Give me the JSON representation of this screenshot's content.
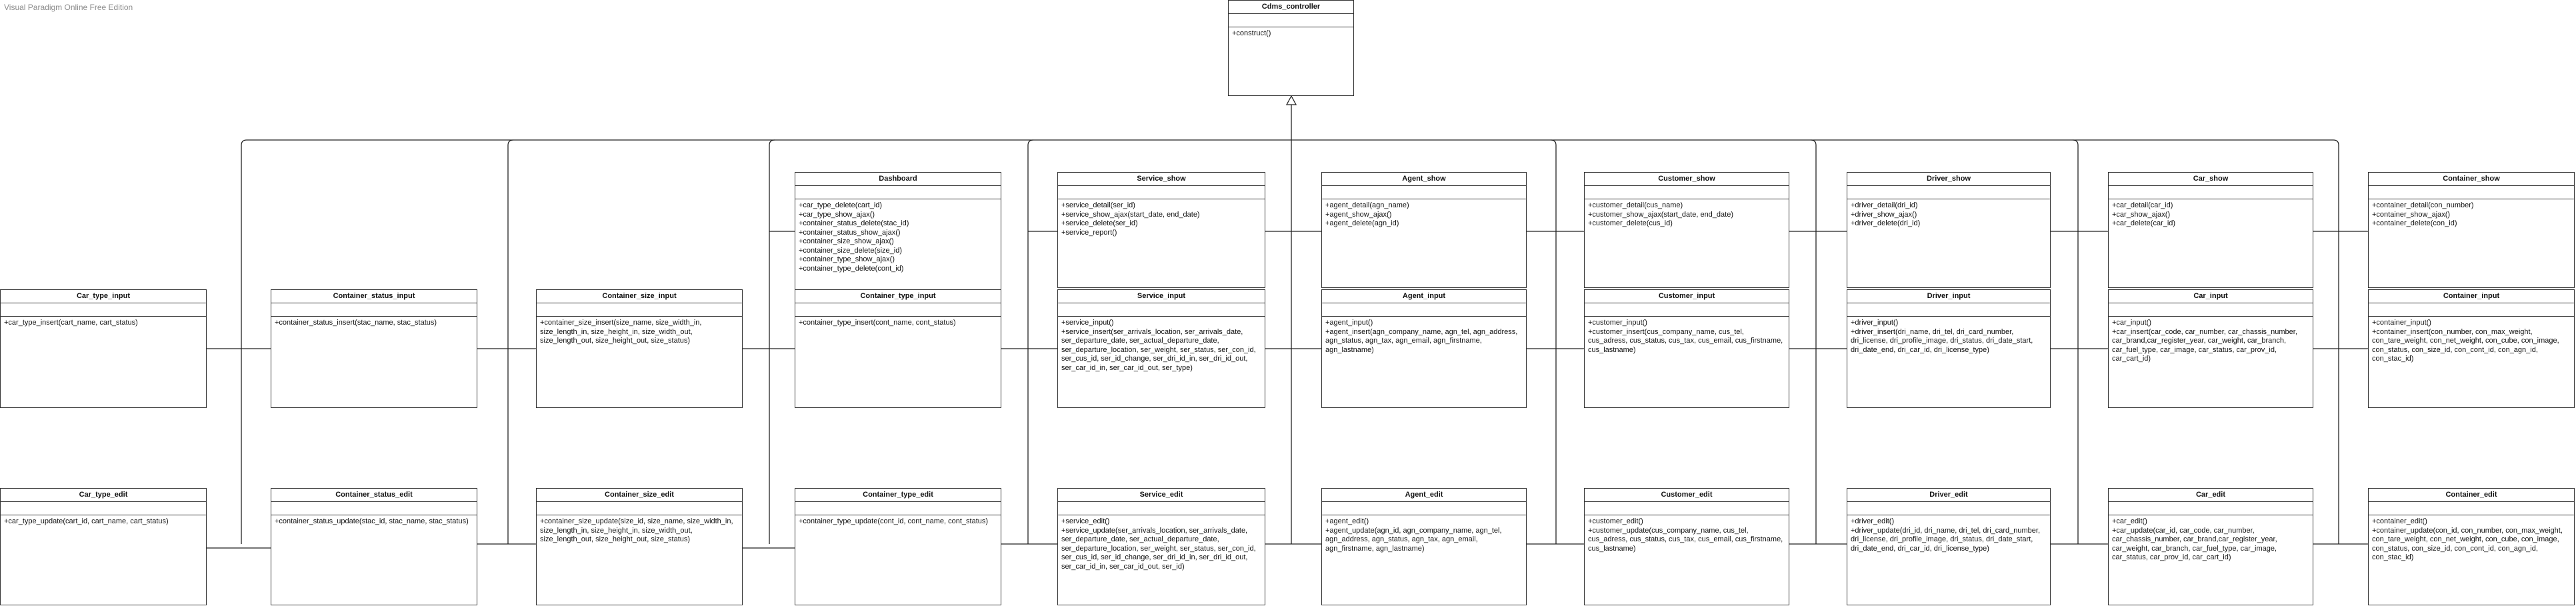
{
  "watermark": "Visual Paradigm Online Free Edition",
  "classes": {
    "cdms_controller": {
      "name": "Cdms_controller",
      "ops": "+construct()"
    },
    "dashboard": {
      "name": "Dashboard",
      "ops": "+car_type_delete(cart_id)\n+car_type_show_ajax()\n+container_status_delete(stac_id)\n+container_status_show_ajax()\n+container_size_show_ajax()\n+container_size_delete(size_id)\n+container_type_show_ajax()\n+container_type_delete(cont_id)"
    },
    "service_show": {
      "name": "Service_show",
      "ops": "+service_detail(ser_id)\n+service_show_ajax(start_date, end_date)\n+service_delete(ser_id)\n+service_report()"
    },
    "agent_show": {
      "name": "Agent_show",
      "ops": "+agent_detail(agn_name)\n+agent_show_ajax()\n+agent_delete(agn_id)"
    },
    "customer_show": {
      "name": "Customer_show",
      "ops": "+customer_detail(cus_name)\n+customer_show_ajax(start_date, end_date)\n+customer_delete(cus_id)"
    },
    "driver_show": {
      "name": "Driver_show",
      "ops": "+driver_detail(dri_id)\n+driver_show_ajax()\n+driver_delete(dri_id)"
    },
    "car_show": {
      "name": "Car_show",
      "ops": "+car_detail(car_id)\n+car_show_ajax()\n+car_delete(car_id)"
    },
    "container_show": {
      "name": "Container_show",
      "ops": "+container_detail(con_number)\n+container_show_ajax()\n+container_delete(con_id)"
    },
    "car_type_input": {
      "name": "Car_type_input",
      "ops": "+car_type_insert(cart_name, cart_status)"
    },
    "container_status_input": {
      "name": "Container_status_input",
      "ops": "+container_status_insert(stac_name, stac_status)"
    },
    "container_size_input": {
      "name": "Container_size_input",
      "ops": "+container_size_insert(size_name, size_width_in, size_length_in, size_height_in, size_width_out, size_length_out, size_height_out, size_status)"
    },
    "container_type_input": {
      "name": "Container_type_input",
      "ops": "+container_type_insert(cont_name, cont_status)"
    },
    "service_input": {
      "name": "Service_input",
      "ops": "+service_input()\n+service_insert(ser_arrivals_location, ser_arrivals_date, ser_departure_date, ser_actual_departure_date, ser_departure_location, ser_weight, ser_status, ser_con_id, ser_cus_id, ser_id_change, ser_dri_id_in, ser_dri_id_out, ser_car_id_in, ser_car_id_out, ser_type)"
    },
    "agent_input": {
      "name": "Agent_input",
      "ops": "+agent_input()\n+agent_insert(agn_company_name, agn_tel, agn_address, agn_status, agn_tax, agn_email, agn_firstname, agn_lastname)"
    },
    "customer_input": {
      "name": "Customer_input",
      "ops": "+customer_input()\n+customer_insert(cus_company_name, cus_tel, cus_adress, cus_status, cus_tax, cus_email, cus_firstname, cus_lastname)"
    },
    "driver_input": {
      "name": "Driver_input",
      "ops": "+driver_input()\n+driver_insert(dri_name, dri_tel, dri_card_number, dri_license, dri_profile_image, dri_status, dri_date_start, dri_date_end, dri_car_id, dri_license_type)"
    },
    "car_input": {
      "name": "Car_input",
      "ops": "+car_input()\n+car_insert(car_code, car_number, car_chassis_number, car_brand,car_register_year, car_weight, car_branch, car_fuel_type, car_image, car_status, car_prov_id, car_cart_id)"
    },
    "container_input": {
      "name": "Container_input",
      "ops": "+container_input()\n+container_insert(con_number, con_max_weight, con_tare_weight, con_net_weight, con_cube, con_image, con_status, con_size_id, con_cont_id, con_agn_id, con_stac_id)"
    },
    "car_type_edit": {
      "name": "Car_type_edit",
      "ops": "+car_type_update(cart_id, cart_name, cart_status)"
    },
    "container_status_edit": {
      "name": "Container_status_edit",
      "ops": "+container_status_update(stac_id, stac_name, stac_status)"
    },
    "container_size_edit": {
      "name": "Container_size_edit",
      "ops": "+container_size_update(size_id, size_name, size_width_in, size_length_in, size_height_in, size_width_out, size_length_out, size_height_out, size_status)"
    },
    "container_type_edit": {
      "name": "Container_type_edit",
      "ops": "+container_type_update(cont_id, cont_name, cont_status)"
    },
    "service_edit": {
      "name": "Service_edit",
      "ops": "+service_edit()\n+service_update(ser_arrivals_location, ser_arrivals_date, ser_departure_date, ser_actual_departure_date, ser_departure_location, ser_weight, ser_status, ser_con_id, ser_cus_id, ser_id_change, ser_dri_id_in, ser_dri_id_out, ser_car_id_in, ser_car_id_out, ser_id)"
    },
    "agent_edit": {
      "name": "Agent_edit",
      "ops": "+agent_edit()\n+agent_update(agn_id, agn_company_name, agn_tel, agn_address, agn_status, agn_tax, agn_email, agn_firstname, agn_lastname)"
    },
    "customer_edit": {
      "name": "Customer_edit",
      "ops": "+customer_edit()\n+customer_update(cus_company_name, cus_tel, cus_adress, cus_status, cus_tax, cus_email, cus_firstname, cus_lastname)"
    },
    "driver_edit": {
      "name": "Driver_edit",
      "ops": "+driver_edit()\n+driver_update(dri_id, dri_name, dri_tel, dri_card_number, dri_license, dri_profile_image, dri_status, dri_date_start, dri_date_end, dri_car_id, dri_license_type)"
    },
    "car_edit": {
      "name": "Car_edit",
      "ops": "+car_edit()\n+car_update(car_id, car_code, car_number, car_chassis_number, car_brand,car_register_year, car_weight, car_branch, car_fuel_type, car_image, car_status, car_prov_id, car_cart_id)"
    },
    "container_edit": {
      "name": "Container_edit",
      "ops": "+container_edit()\n+container_update(con_id, con_number, con_max_weight, con_tare_weight, con_net_weight, con_cube, con_image, con_status, con_size_id, con_cont_id, con_agn_id, con_stac_id)"
    }
  }
}
